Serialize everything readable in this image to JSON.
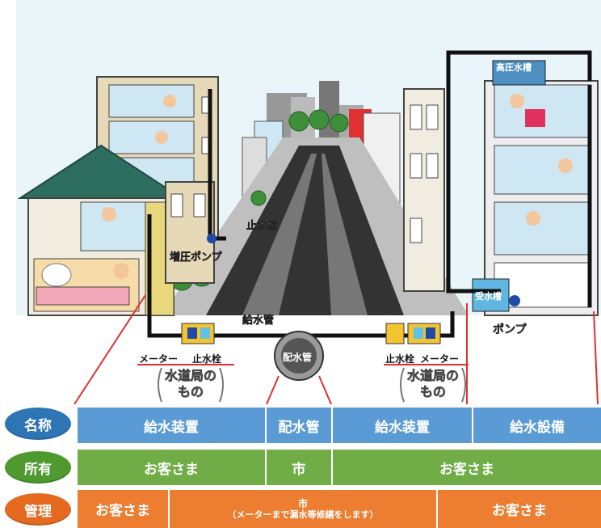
{
  "colors": {
    "blue": "#5b9bd5",
    "green": "#70ad47",
    "orange": "#ed7d31",
    "chip_blue": "#2e75b6",
    "chip_green": "#4e9a2e",
    "chip_orange": "#e56a1f",
    "water_pipe": "#111111",
    "annotation_line": "#e03030"
  },
  "diagram": {
    "label_high_tank": "高圧水槽",
    "label_stop_valve_street": "止水栓",
    "label_booster_pump": "増圧ポンプ",
    "label_supply_pipe": "給水管",
    "label_meter_left": "メーター",
    "label_stop_valve_left": "止水栓",
    "label_distribution_main": "配水管",
    "label_stop_valve_right": "止水栓",
    "label_meter_right": "メーター",
    "label_receiving_tank": "受水槽",
    "label_pump": "ポンプ",
    "label_owned_by_bureau_left": "水道局のもの",
    "label_owned_by_bureau_right": "水道局のもの"
  },
  "table": {
    "rows": [
      {
        "key": "name",
        "chip": "名称",
        "cells": [
          "給水装置",
          "配水管",
          "給水装置",
          "給水設備"
        ]
      },
      {
        "key": "owner",
        "chip": "所有",
        "cells": [
          "お客さま",
          "市",
          "お客さま"
        ]
      },
      {
        "key": "manage",
        "chip": "管理",
        "cells": [
          "お客さま",
          "市",
          "お客さま"
        ],
        "city_note": "（メーターまで漏水等修繕をします）"
      }
    ]
  }
}
